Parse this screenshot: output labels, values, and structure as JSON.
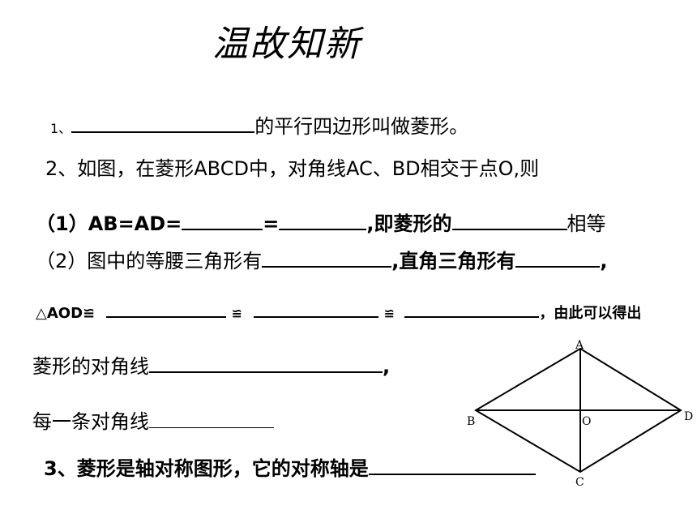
{
  "title": "温故知新",
  "q1": {
    "num": "1、",
    "text": "的平行四边形叫做菱形。"
  },
  "q2": {
    "intro": "2、如图，在菱形ABCD中，对角线AC、BD相交于点O,则"
  },
  "q2_1": {
    "label": "（1）AB=AD=",
    "eq": "=",
    "text": ",即菱形的",
    "tail": "相等"
  },
  "q2_2": {
    "label": "（2）图中的等腰三角形有",
    "text": ",直角三角形有",
    "tail": ","
  },
  "q2_3": {
    "label": "△AOD≌",
    "cong1": "≌",
    "cong2": "≌",
    "tail": "，由此可以得出"
  },
  "q2_4": {
    "label": "菱形的对角线",
    "tail": ","
  },
  "q2_5": {
    "label": "每一条对角线"
  },
  "q3": {
    "text": "3、菱形是轴对称图形，它的对称轴是"
  },
  "diagram": {
    "A": "A",
    "B": "B",
    "C": "C",
    "D": "D",
    "O": "O"
  }
}
